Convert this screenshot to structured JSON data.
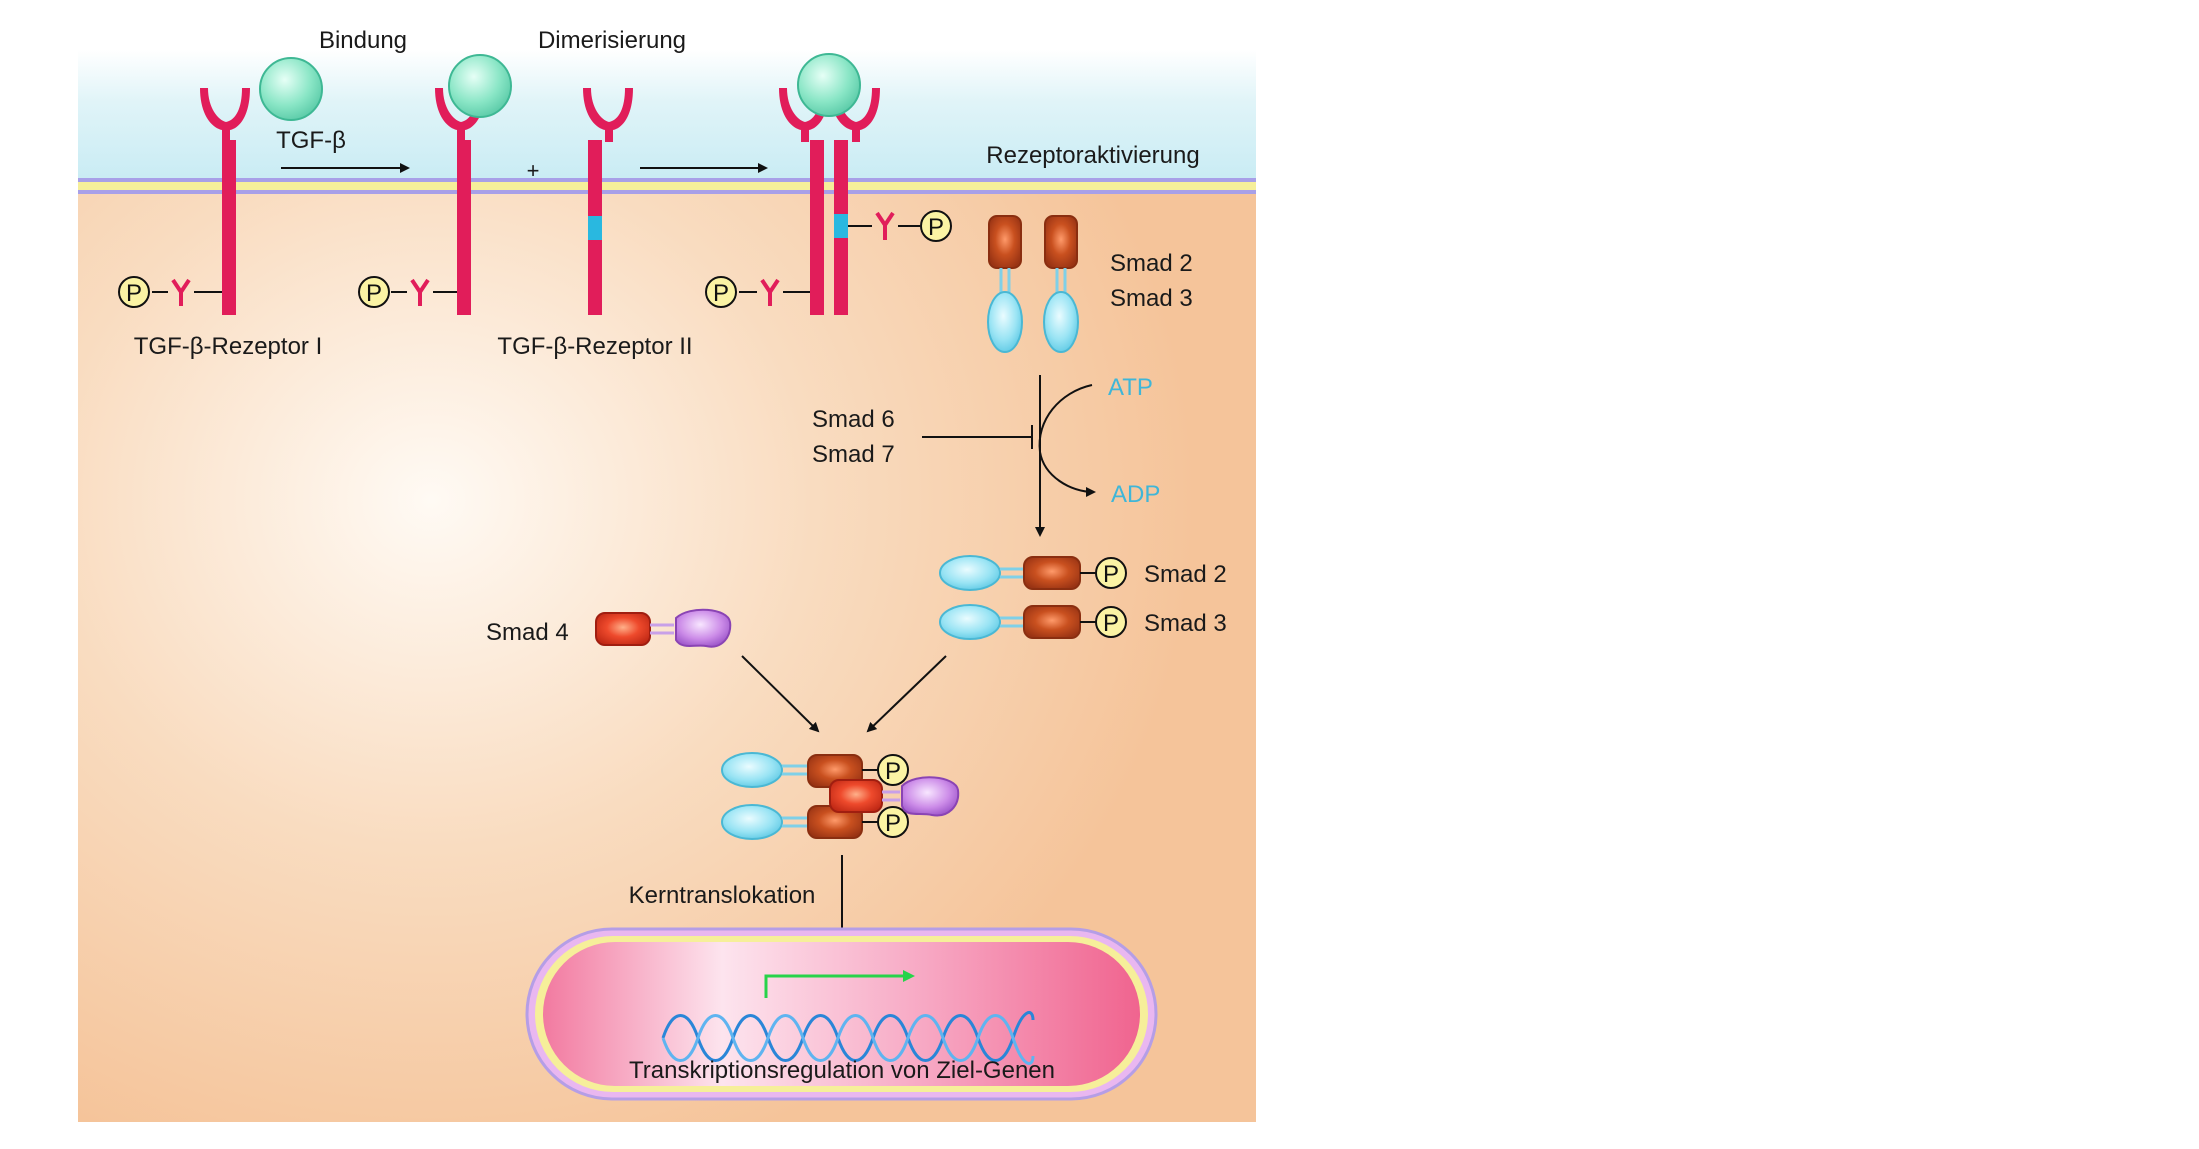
{
  "labels": {
    "bindung": "Bindung",
    "dimerisierung": "Dimerisierung",
    "tgf_beta": "TGF-β",
    "plus": "+",
    "rezeptoraktivierung": "Rezeptoraktivierung",
    "receptor_1": "TGF-β-Rezeptor I",
    "receptor_2": "TGF-β-Rezeptor II",
    "smad2": "Smad 2",
    "smad3": "Smad 3",
    "smad6": "Smad 6",
    "smad7": "Smad 7",
    "smad4": "Smad 4",
    "atp": "ATP",
    "adp": "ADP",
    "kerntranslokation": "Kerntranslokation",
    "transkription": "Transkriptionsregulation von Ziel-Genen",
    "phospho": "P"
  },
  "colors": {
    "extracellular": "#d7f0f6",
    "cytoplasm": "#f6c9a4",
    "membrane_yellow": "#f6ef9a",
    "membrane_blue": "#a8a0e8",
    "receptor": "#e11d5a",
    "kinase_site": "#29b8e0",
    "ligand": "#7fe0c0",
    "smad_mh2": "#b0401d",
    "smad_mh1": "#8fe0f0",
    "smad4_head": "#e7402a",
    "smad4_tail": "#c07be0",
    "phospho_fill": "#fbf3a4",
    "nucleus": "#f2729c",
    "dna": "#2a86d8",
    "transcription_arrow": "#27d34a",
    "atp_adp": "#3fb6d8"
  },
  "icons": [
    "ligand-icon",
    "receptor-icon",
    "phosphate-icon",
    "smad-protein-icon",
    "dna-helix-icon",
    "nucleus-icon"
  ]
}
